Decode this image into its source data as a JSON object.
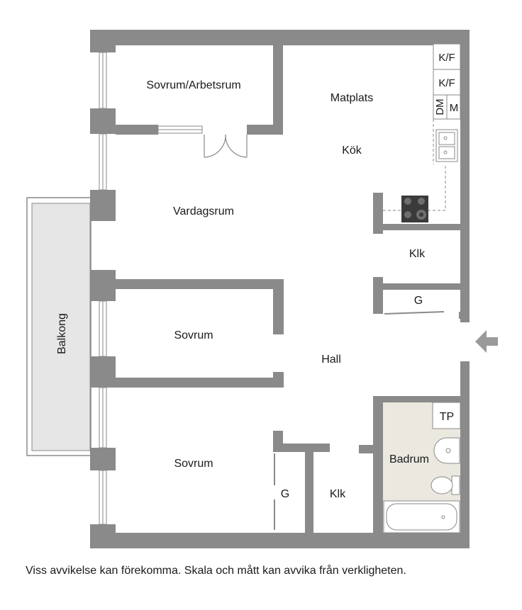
{
  "rooms": {
    "sovrum_arbetsrum": "Sovrum/Arbetsrum",
    "matplats": "Matplats",
    "kok": "Kök",
    "vardagsrum": "Vardagsrum",
    "klk_upper": "Klk",
    "garderob_upper": "G",
    "sovrum_middle": "Sovrum",
    "hall": "Hall",
    "balkong": "Balkong",
    "sovrum_lower": "Sovrum",
    "garderob_lower": "G",
    "klk_lower": "Klk",
    "badrum": "Badrum",
    "tp": "TP"
  },
  "appliances": {
    "kf_1": "K/F",
    "kf_2": "K/F",
    "dm": "DM",
    "m": "M"
  },
  "icons": [
    "entrance-arrow-icon",
    "stove-icon",
    "sink-icon",
    "toilet-icon",
    "bathtub-icon",
    "washbasin-icon"
  ],
  "colors": {
    "wall": "#8a8a8a",
    "bathroom_floor": "#ebe8e0",
    "balcony": "#e6e6e6"
  },
  "disclaimer": "Viss avvikelse kan förekomma. Skala och mått kan avvika från verkligheten."
}
